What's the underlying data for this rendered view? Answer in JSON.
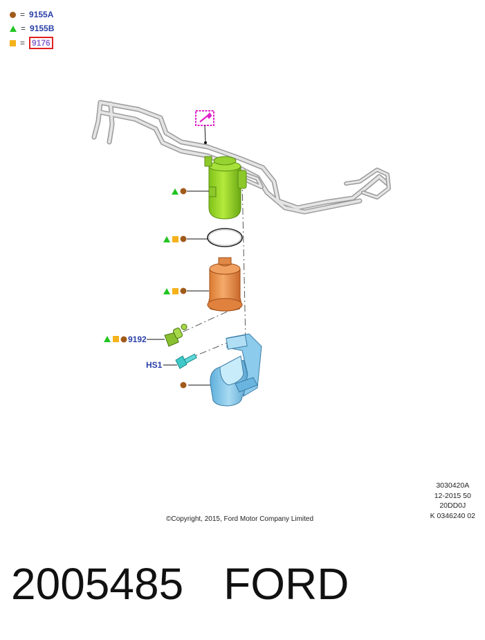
{
  "legend": [
    {
      "symbol": "circle",
      "equals": "=",
      "code": "9155A"
    },
    {
      "symbol": "triangle",
      "equals": "=",
      "code": "9155B"
    },
    {
      "symbol": "square",
      "equals": "=",
      "code": "9176"
    }
  ],
  "callouts": {
    "part_9192": "9192",
    "part_hs1": "HS1"
  },
  "meta": {
    "line1": "3030420A",
    "line2": "12-2015 50",
    "line3": "20DD0J",
    "line4": "K 0346240 02"
  },
  "copyright": "©Copyright, 2015, Ford Motor Company Limited",
  "footer": {
    "part_number": "2005485",
    "brand": "FORD"
  },
  "colors": {
    "circle": "#a05a1a",
    "triangle": "#22c422",
    "square": "#f5b21b",
    "label": "#2a3fa8",
    "highlight_box": "#e02020",
    "filter_head": "#9ed82a",
    "filter_body": "#e89050",
    "bracket": "#7cc4e8",
    "fitting": "#88c030",
    "bolt": "#40c8c8",
    "pipes": "#c8c8c8"
  }
}
